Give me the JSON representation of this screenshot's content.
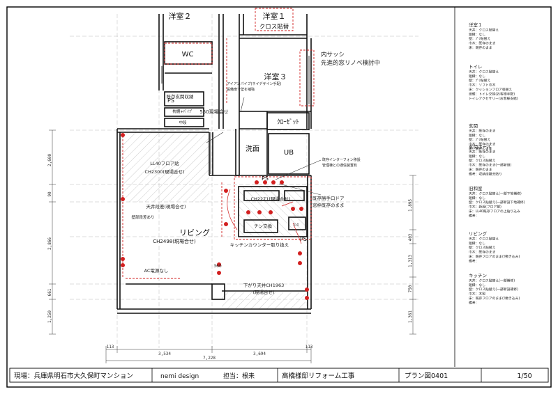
{
  "rooms": {
    "yoshitsu2": "洋室２",
    "yoshitsu1": "洋室１",
    "cross_top": "クロス貼替",
    "wc": "WC",
    "yoshitsu3": "洋室３",
    "closet": "ｸﾛｰｾﾞｯﾄ",
    "senmen": "洗面",
    "ub": "UB",
    "living": "リビング",
    "living_ch": "CH2498(現場合せ)"
  },
  "notes": {
    "inner_sash": "内サッシ",
    "advanced_window": "先進的窓リノベ検討中",
    "existing_entrance_storage": "既存玄関収納",
    "ps1": "PS",
    "ps2": "PS",
    "ps3": "PS",
    "pipe": "枕棚+ﾊﾟｲﾌﾟ",
    "shelf": "中段",
    "adjust_550": "550現場合せ",
    "floor_ll40": "LL40フロア貼",
    "floor_ch": "CH2300(現場合せ)",
    "ceiling_step1": "天井段差(現場合せ)",
    "wall_step": "壁部段差あり",
    "kitchen_ch": "CH2271(現場合せ)",
    "existing_handle": "既存勝手口ドア",
    "existing_window": "窓枠既存のまま",
    "kitchen_swap": "キッチンカウンター取り換え",
    "ac_none": "AC電源なし",
    "lowered_ceiling": "下がり天井CH1963",
    "lowered_ceiling_sub": "(現場合せ)",
    "pipe_note": "アイアンパイプ(ネイデザイン手配)",
    "pipe_note2": "設備扉で壁を補強",
    "intercom_note": "既存インターフォン移設",
    "intercom_note2": "管理棟との通信装置有",
    "dim_360": "360",
    "stove": "ｺﾝﾛ",
    "kitchen_sys": "チン交換"
  },
  "dimensions": {
    "left": [
      "2,600",
      "90",
      "2,866",
      "661",
      "1,250"
    ],
    "right": [
      "1,895",
      "403",
      "1,313",
      "750",
      "1,361"
    ],
    "bottom": [
      "113",
      "3,534",
      "3,694",
      "113"
    ],
    "total": "7,228"
  },
  "specs": [
    {
      "title": "洋室１",
      "lines": [
        "天井：クロス貼替え",
        "廻縁：なし",
        "壁：ﾌﾟﾘ貼替え",
        "巾木：既存のまま",
        "床：既存のまま"
      ]
    },
    {
      "title": "トイレ",
      "lines": [
        "天井：クロス貼替え",
        "廻縁：なし",
        "壁：ﾌﾟﾘ貼替え",
        "巾木：ソフト巾木",
        "床：クッションフロア張替え",
        "設備：トイレ交換(お客様手配)",
        "トイレアクセサリー(お客様支給)"
      ]
    },
    {
      "title": "玄関",
      "lines": [
        "天井：既存のまま",
        "廻縁：なし",
        "壁：ﾌﾟﾘ貼替え",
        "巾木：既存のまま",
        "床：既存のまま"
      ]
    },
    {
      "title": "玄関ホール",
      "lines": [
        "天井：既存のまま",
        "廻縁：なし",
        "壁：クロス貼替え",
        "巾木：既存のまま(一部新設)",
        "床：既存のまま",
        "備考：収納扉撤去貼り"
      ]
    },
    {
      "title": "旧和室",
      "lines": [
        "天井：クロス貼替え(一部下地補修)",
        "廻縁：なし",
        "壁：クロス貼替え(一部新設下地補修)",
        "巾木：新設(フロア部)",
        "床：LL40既存フロアの上貼り込み",
        "備考："
      ]
    },
    {
      "title": "リビング",
      "lines": [
        "天井：クロス貼替え",
        "廻縁：なし",
        "壁：クロス貼替え",
        "巾木：既存のまま",
        "床：既存フロアのまま(ﾜ敷き込み)",
        "備考："
      ]
    },
    {
      "title": "キッチン",
      "lines": [
        "天井：クロス貼替え(一部補修)",
        "廻縁：なし",
        "壁：クロス貼替え(一部新設補修)",
        "巾木：木製",
        "床：既存フロアのまま(ﾜ敷き込み)",
        "備考："
      ]
    }
  ],
  "titleblock": {
    "site": "現場：兵庫県明石市大久保町マンション",
    "designer": "nemi design",
    "person": "担当：根来",
    "project": "高橋様邸リフォーム工事",
    "plan": "プラン図0401",
    "scale": "1/50"
  },
  "colors": {
    "accent_red": "#d21f1f"
  }
}
